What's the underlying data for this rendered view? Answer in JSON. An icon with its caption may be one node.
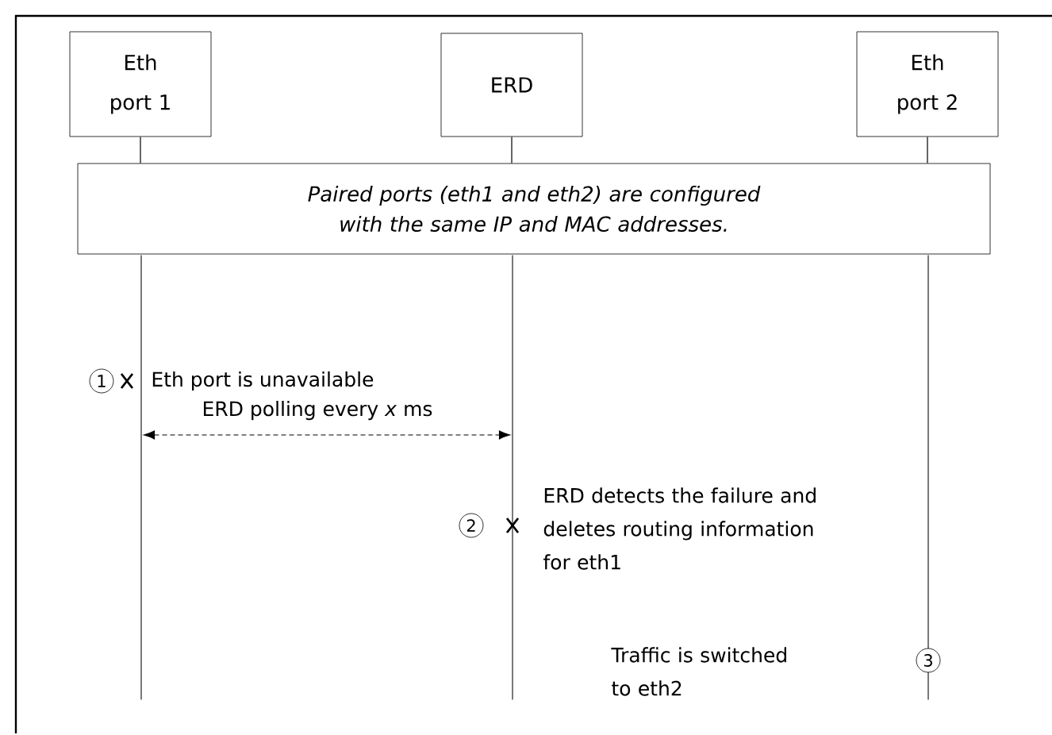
{
  "diagram": {
    "nodes": [
      {
        "text": [
          "Eth port 1"
        ]
      },
      {
        "text": [
          "ERD"
        ]
      },
      {
        "text": [
          "Eth port 2"
        ]
      },
      {
        "text": [
          "Paired ports (eth1 and eth2) are configured with the same IP and MAC addresses."
        ]
      },
      {
        "text": [],
        "shape": "line"
      },
      {
        "text": [],
        "shape": "line"
      },
      {
        "text": [],
        "shape": "line"
      }
    ],
    "edges": [
      {
        "from": 0,
        "to": 3,
        "arrow": "none"
      },
      {
        "from": 1,
        "to": 3,
        "arrow": "none"
      },
      {
        "from": 2,
        "to": 3,
        "arrow": "none"
      },
      {
        "from": 4,
        "to": 5,
        "arrow": "both",
        "style": "dashed",
        "label": "ERD polling every *x* ms"
      }
    ],
    "labels": [
      "1",
      "Eth port is unavailable",
      "2",
      "ERD detects the failure and deletes routing information for eth1",
      "3",
      "Traffic is switched to eth2"
    ]
  }
}
